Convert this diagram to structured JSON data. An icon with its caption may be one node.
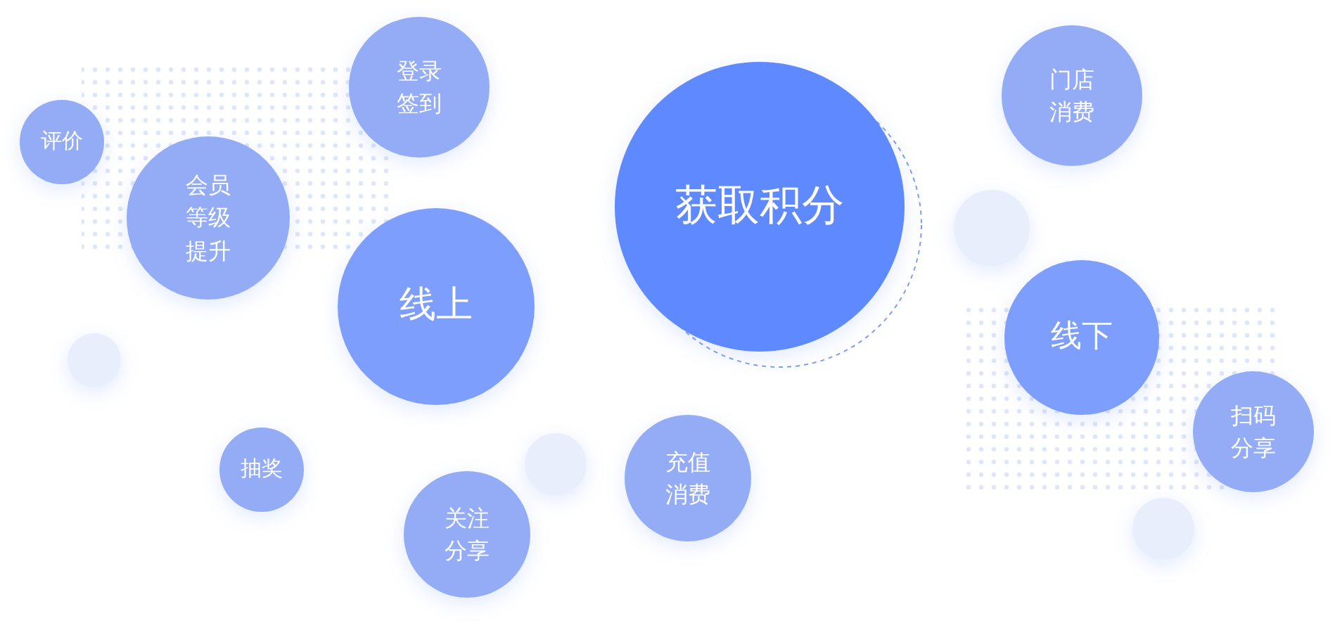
{
  "diagram": {
    "nodes": [
      {
        "text": [
          "登录签到"
        ]
      },
      {
        "text": [
          "评价"
        ]
      },
      {
        "text": [
          "会员等级提升"
        ]
      },
      {
        "text": [
          "获取积分"
        ]
      },
      {
        "text": [
          "门店消费"
        ]
      },
      {
        "text": [],
        "shape": "circle"
      },
      {
        "text": [
          "线上"
        ]
      },
      {
        "text": [
          "线下"
        ]
      },
      {
        "text": [],
        "shape": "circle"
      },
      {
        "text": [
          "扫码分享"
        ]
      },
      {
        "text": [],
        "shape": "circle"
      },
      {
        "text": [
          "抽奖"
        ]
      },
      {
        "text": [
          "充值消费"
        ]
      },
      {
        "text": [
          "关注分享"
        ]
      },
      {
        "text": [],
        "shape": "circle"
      }
    ]
  }
}
